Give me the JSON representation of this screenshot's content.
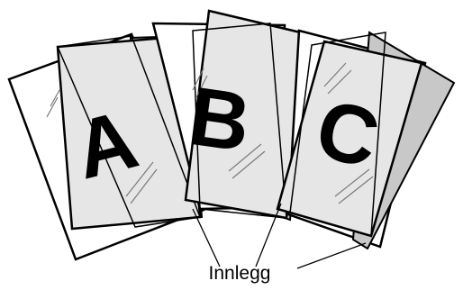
{
  "letters": [
    "A",
    "B",
    "C"
  ],
  "caption": "Innlegg",
  "colors": {
    "outline": "#000000",
    "sheet_fill": "#e6e6e6",
    "shadow_fill": "#c8c8c8",
    "background": "#ffffff",
    "letter": "#000000"
  }
}
